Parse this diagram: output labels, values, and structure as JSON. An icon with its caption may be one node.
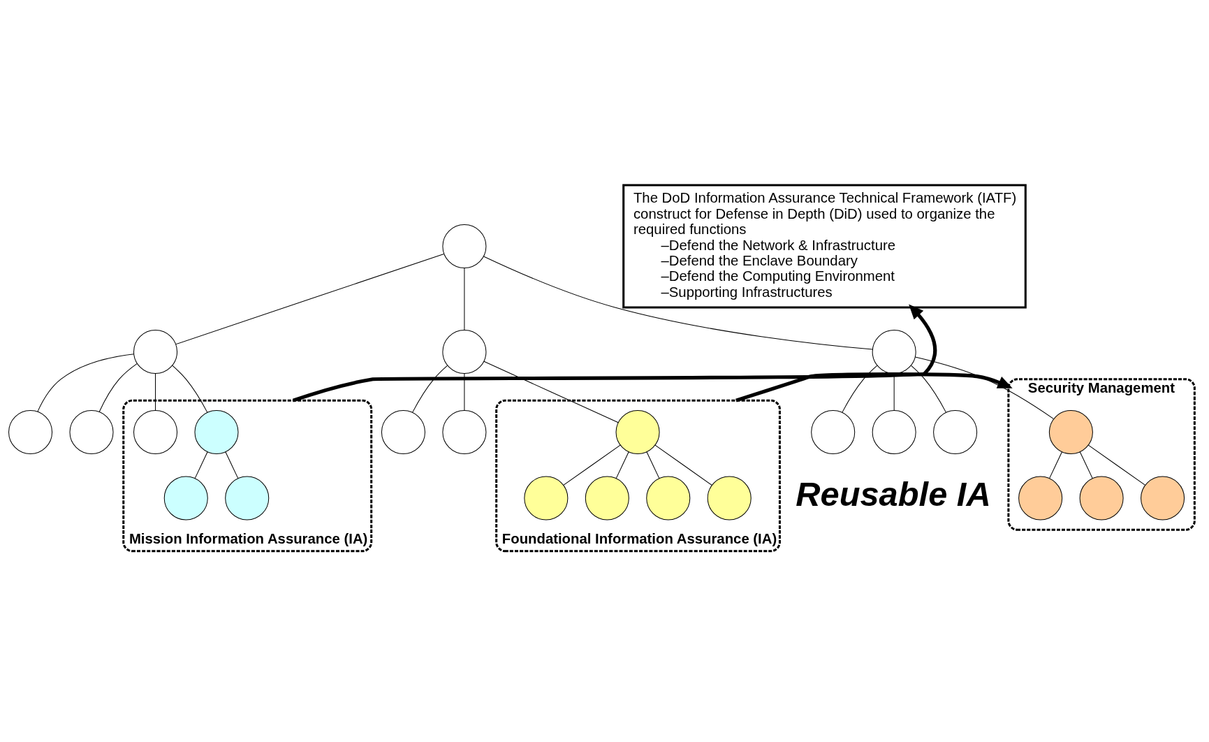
{
  "diagram": {
    "nodes": [
      {
        "text": [],
        "shape": "circle"
      },
      {
        "text": [],
        "shape": "circle"
      },
      {
        "text": [],
        "shape": "circle"
      },
      {
        "text": [],
        "shape": "circle"
      },
      {
        "text": [],
        "shape": "circle"
      },
      {
        "text": [],
        "shape": "circle"
      },
      {
        "text": [
          "Mission Information Assurance (IA)"
        ]
      },
      {
        "text": [],
        "shape": "circle",
        "in": 6
      },
      {
        "text": [],
        "shape": "circle",
        "in": 6
      },
      {
        "text": [],
        "shape": "circle",
        "in": 6
      },
      {
        "text": [],
        "shape": "circle",
        "in": 6
      },
      {
        "text": [],
        "shape": "circle"
      },
      {
        "text": [],
        "shape": "circle"
      },
      {
        "text": [
          "Foundational Information Assurance (IA)"
        ]
      },
      {
        "text": [],
        "shape": "circle",
        "in": 13
      },
      {
        "text": [],
        "shape": "circle",
        "in": 13
      },
      {
        "text": [],
        "shape": "circle",
        "in": 13
      },
      {
        "text": [],
        "shape": "circle",
        "in": 13
      },
      {
        "text": [],
        "shape": "circle",
        "in": 13
      },
      {
        "text": [],
        "shape": "circle"
      },
      {
        "text": [],
        "shape": "circle"
      },
      {
        "text": [],
        "shape": "circle"
      },
      {
        "text": [
          "Security Management"
        ]
      },
      {
        "text": [],
        "shape": "circle",
        "in": 22
      },
      {
        "text": [],
        "shape": "circle",
        "in": 22
      },
      {
        "text": [],
        "shape": "circle",
        "in": 22
      },
      {
        "text": [],
        "shape": "circle",
        "in": 22
      },
      {
        "text": [
          "The DoD Information Assurance Technical Framework (IATF) construct for Defense in Depth (DiD) used to organize the required functions",
          "–Defend the Network & Infrastructure",
          "–Defend the Enclave Boundary",
          "–Defend the Computing Environment",
          "–Supporting Infrastructures"
        ]
      }
    ],
    "edges": [
      {
        "from": 0,
        "to": 1,
        "arrow": "none"
      },
      {
        "from": 0,
        "to": 2,
        "arrow": "none"
      },
      {
        "from": 0,
        "to": 3,
        "arrow": "none"
      },
      {
        "from": 1,
        "to": 4,
        "arrow": "none"
      },
      {
        "from": 1,
        "to": 5,
        "arrow": "none"
      },
      {
        "from": 1,
        "to": 7,
        "arrow": "none"
      },
      {
        "from": 1,
        "to": 8,
        "arrow": "none"
      },
      {
        "from": 7,
        "to": 9,
        "arrow": "none"
      },
      {
        "from": 7,
        "to": 10,
        "arrow": "none"
      },
      {
        "from": 2,
        "to": 11,
        "arrow": "none"
      },
      {
        "from": 2,
        "to": 12,
        "arrow": "none"
      },
      {
        "from": 2,
        "to": 14,
        "arrow": "none"
      },
      {
        "from": 14,
        "to": 15,
        "arrow": "none"
      },
      {
        "from": 14,
        "to": 16,
        "arrow": "none"
      },
      {
        "from": 14,
        "to": 17,
        "arrow": "none"
      },
      {
        "from": 14,
        "to": 18,
        "arrow": "none"
      },
      {
        "from": 3,
        "to": 19,
        "arrow": "none"
      },
      {
        "from": 3,
        "to": 20,
        "arrow": "none"
      },
      {
        "from": 3,
        "to": 21,
        "arrow": "none"
      },
      {
        "from": 3,
        "to": 23,
        "arrow": "none"
      },
      {
        "from": 23,
        "to": 24,
        "arrow": "none"
      },
      {
        "from": 23,
        "to": 25,
        "arrow": "none"
      },
      {
        "from": 23,
        "to": 26,
        "arrow": "none"
      },
      {
        "from": 6,
        "to": 27,
        "arrow": "to",
        "style": "thick"
      },
      {
        "from": 13,
        "to": 22,
        "arrow": "to",
        "style": "thick"
      }
    ],
    "labels": [
      "Reusable IA"
    ]
  }
}
